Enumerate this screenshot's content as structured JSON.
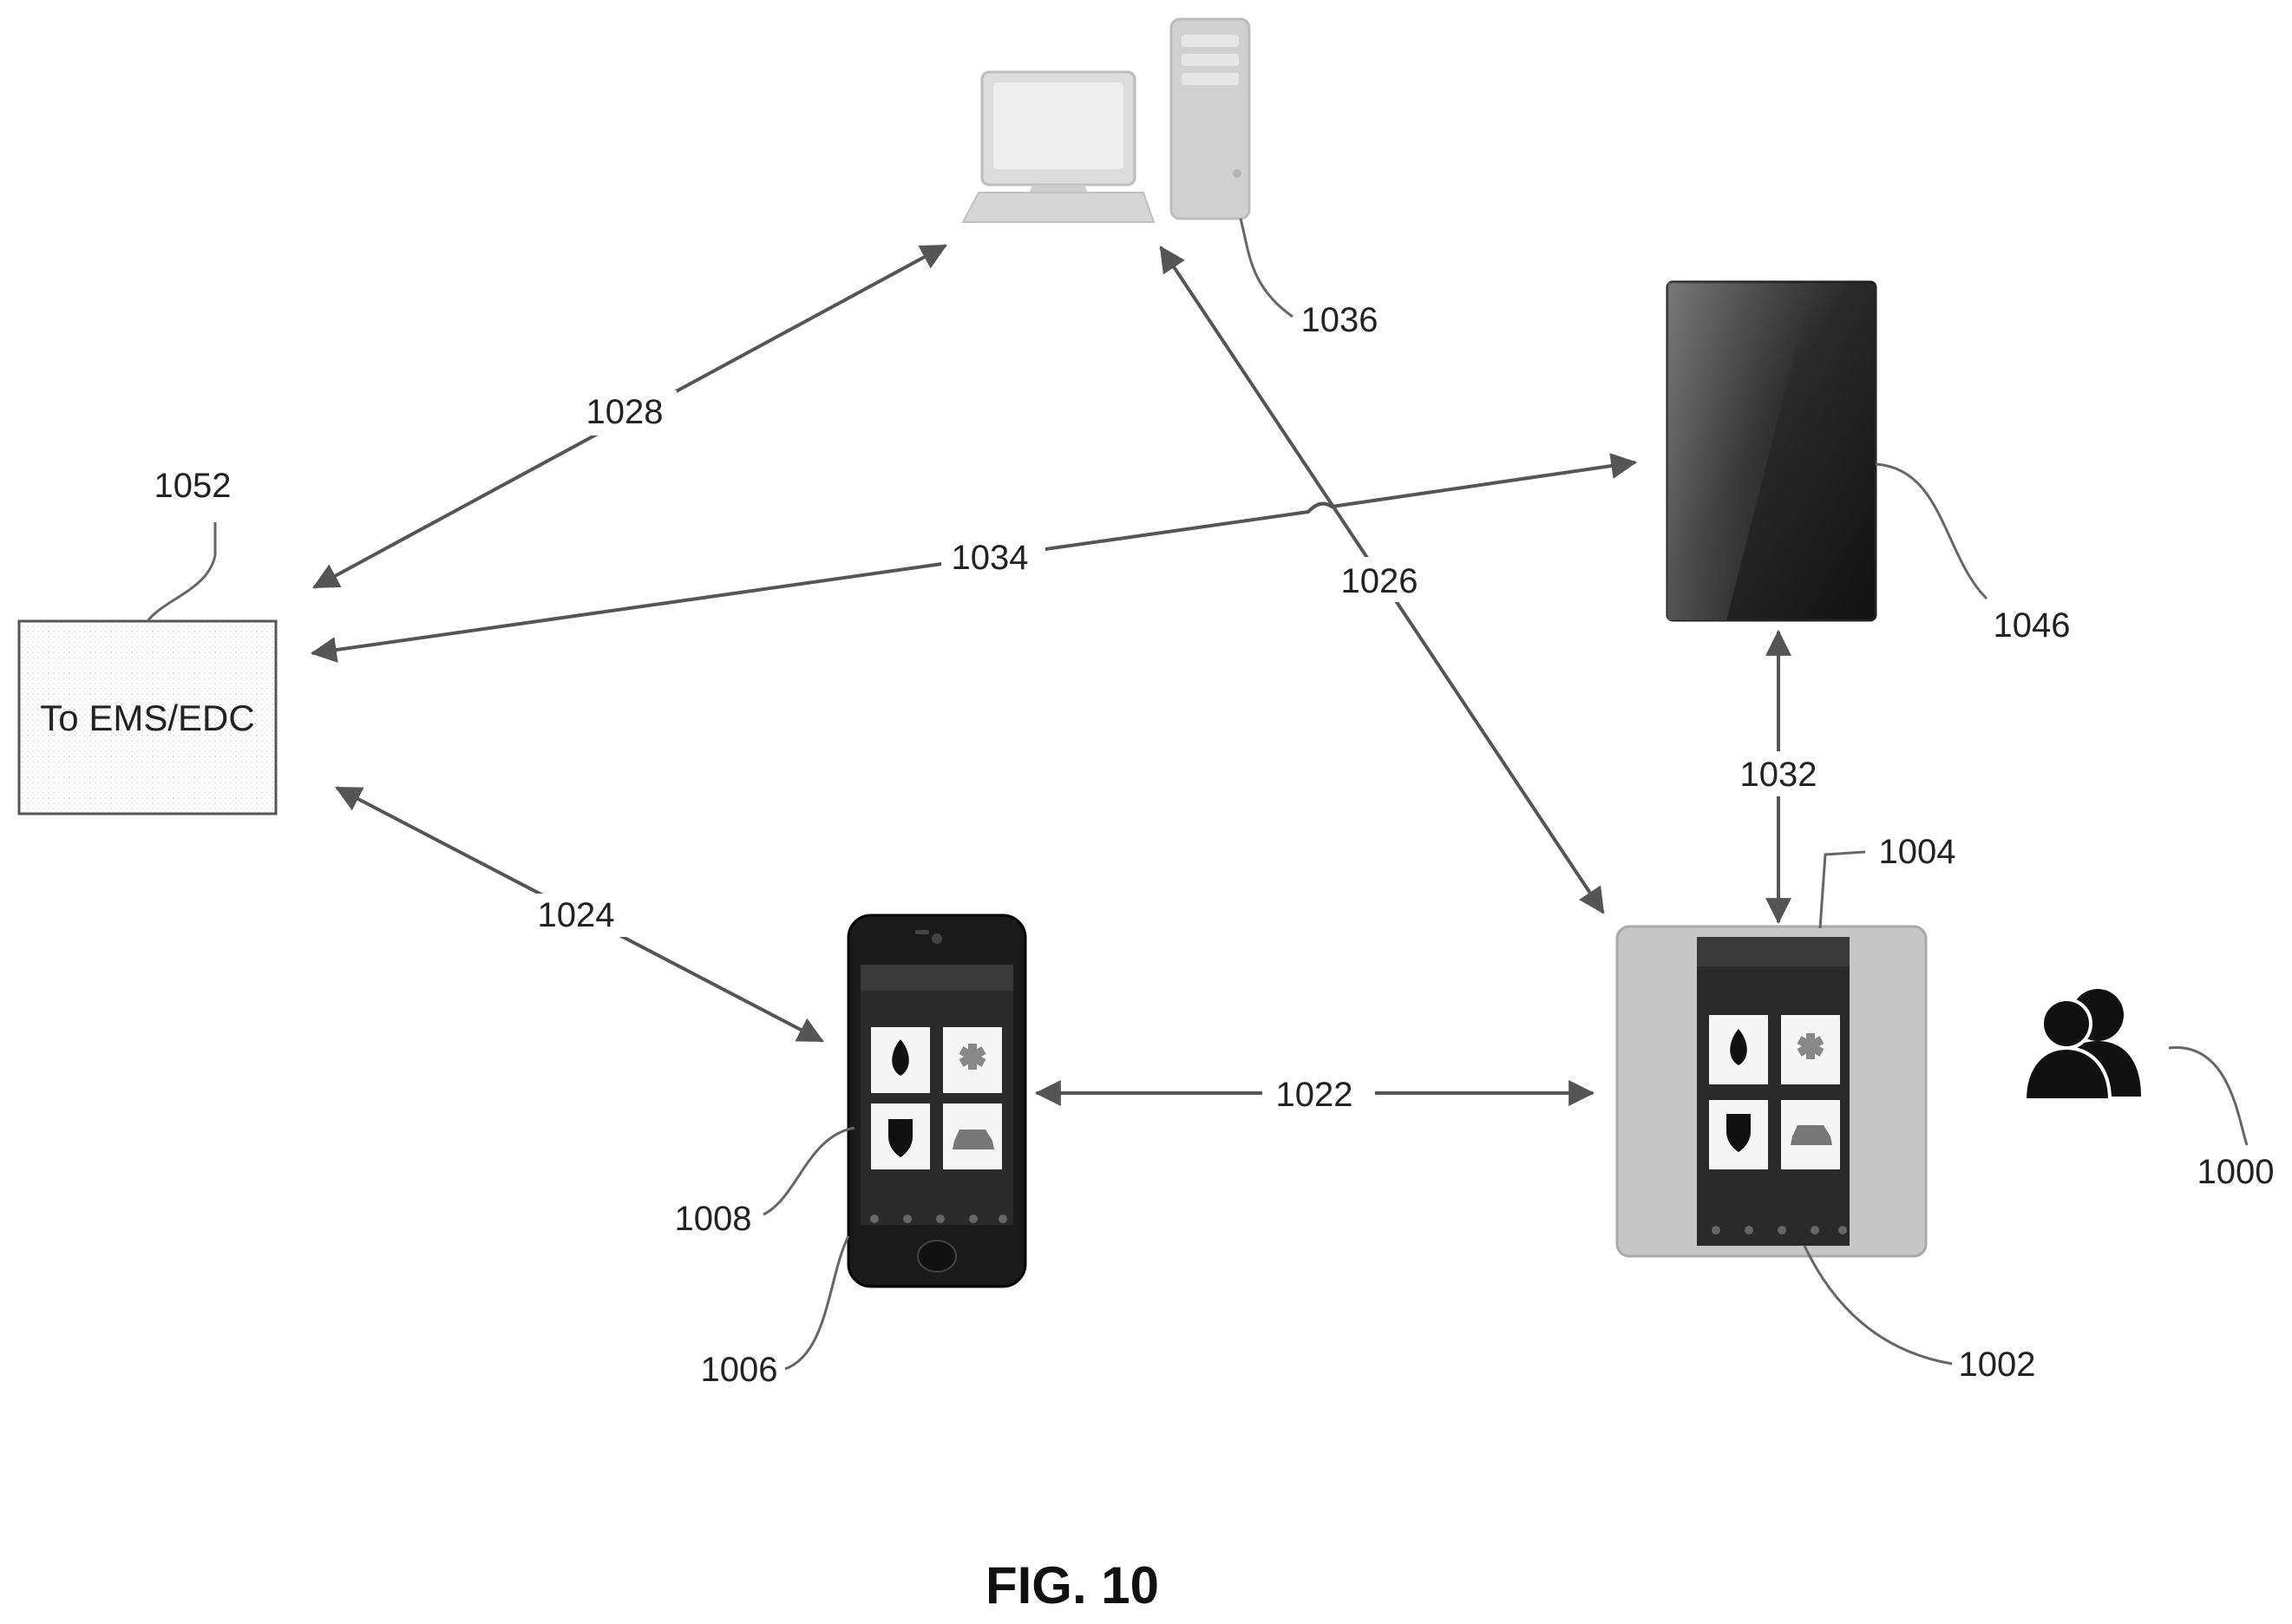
{
  "figure": {
    "caption": "FIG. 10"
  },
  "nodes": {
    "ems_box": {
      "text": "To EMS/EDC",
      "ref": "1052"
    },
    "computer": {
      "ref": "1036",
      "icon": "desktop-computer-icon"
    },
    "tablet": {
      "ref": "1046",
      "icon": "tablet-icon"
    },
    "smartphone": {
      "ref": "1006",
      "screen_ref": "1008",
      "icon": "smartphone-icon"
    },
    "wall_panel": {
      "ref": "1002",
      "screen_ref": "1004",
      "icon": "wall-panel-icon"
    },
    "users": {
      "ref": "1000",
      "icon": "users-group-icon"
    }
  },
  "links": [
    {
      "ref": "1028",
      "from": "computer",
      "to": "ems_box"
    },
    {
      "ref": "1034",
      "from": "tablet",
      "to": "ems_box"
    },
    {
      "ref": "1026",
      "from": "computer",
      "to": "wall_panel"
    },
    {
      "ref": "1032",
      "from": "tablet",
      "to": "wall_panel"
    },
    {
      "ref": "1024",
      "from": "ems_box",
      "to": "smartphone"
    },
    {
      "ref": "1022",
      "from": "smartphone",
      "to": "wall_panel"
    }
  ],
  "colors": {
    "line": "#555555",
    "text": "#222222",
    "panel": "#c8c8c8",
    "device_dark": "#1c1c1c"
  }
}
